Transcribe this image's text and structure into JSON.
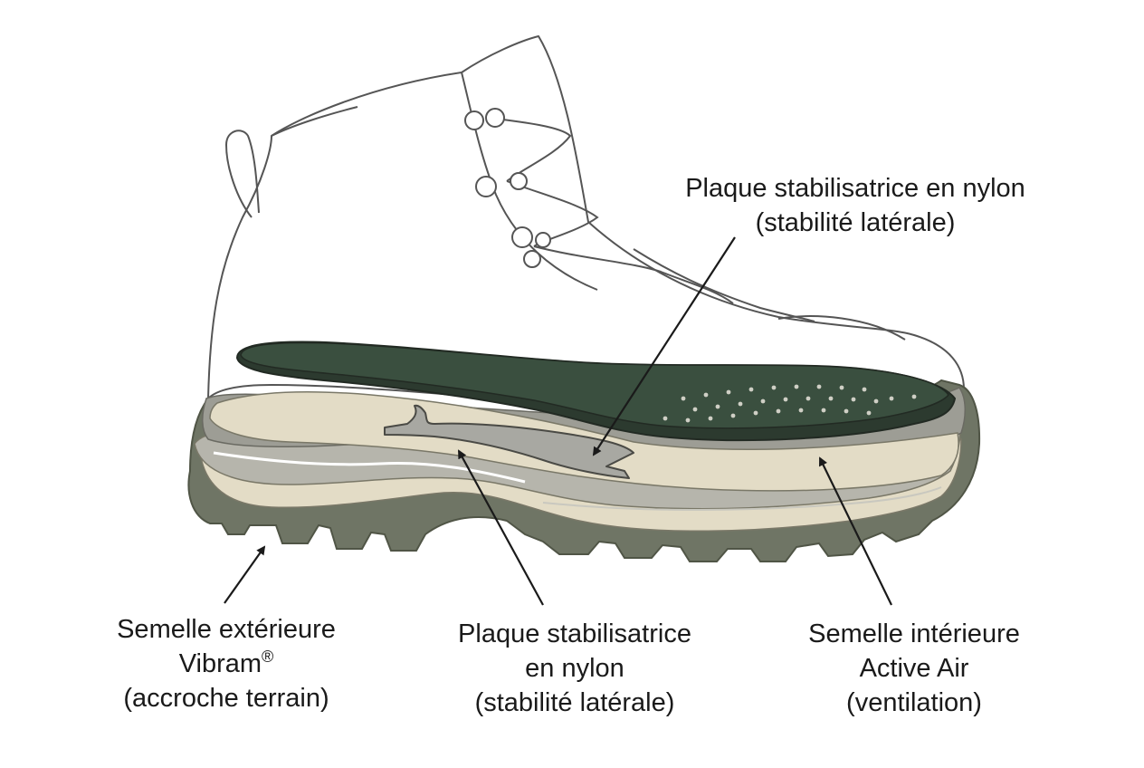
{
  "colors": {
    "outline": "#555555",
    "insole_top": "#3a4f3f",
    "insole_edge": "#2c3a2f",
    "midsole_beige": "#e3dcc6",
    "cushion_grey": "#b6b5ac",
    "midsole_grey": "#9d9d95",
    "outsole": "#6f7565",
    "outsole_dark": "#505546",
    "plate_grey": "#a8a8a2",
    "arrow": "#1a1a1a"
  },
  "labels": {
    "top": {
      "line1": "Plaque stabilisatrice en nylon",
      "line2": "(stabilité latérale)"
    },
    "outsole": {
      "line1": "Semelle extérieure",
      "line2": "Vibram",
      "reg": "®",
      "line3": "(accroche terrain)"
    },
    "plate": {
      "line1": "Plaque stabilisatrice",
      "line2": "en nylon",
      "line3": "(stabilité latérale)"
    },
    "insole": {
      "line1": "Semelle intérieure",
      "line2": "Active Air",
      "line3": "(ventilation)"
    }
  }
}
